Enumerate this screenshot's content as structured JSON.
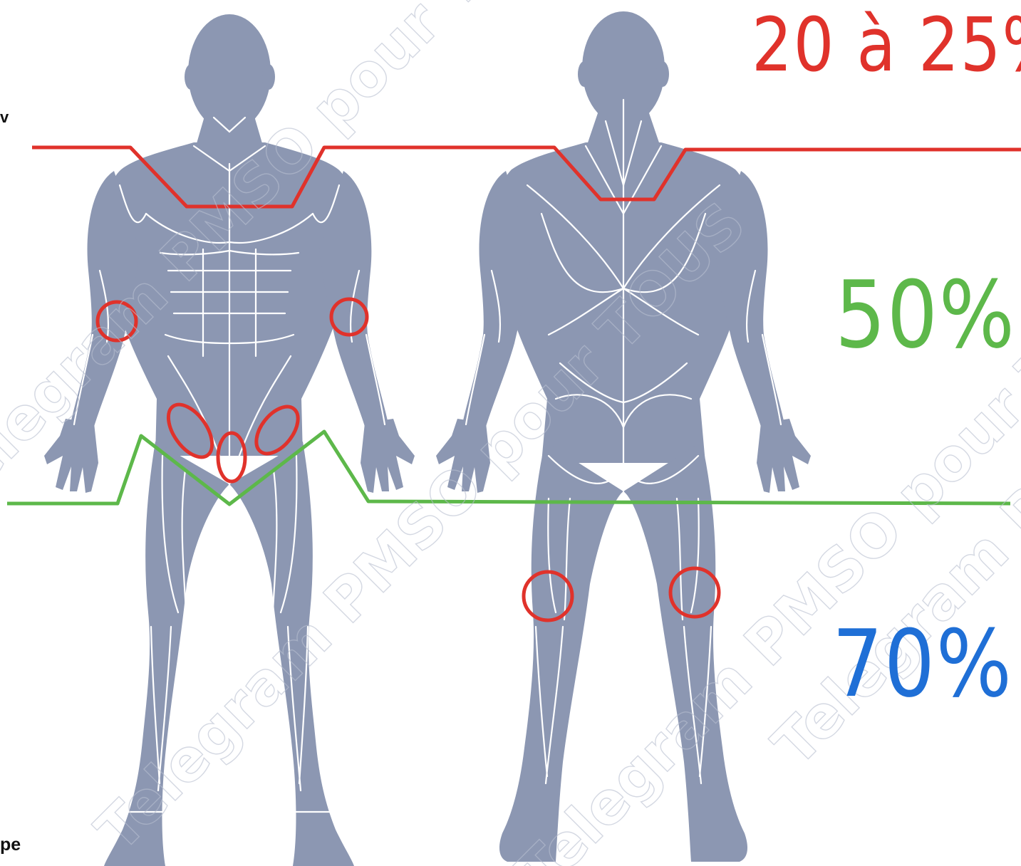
{
  "labels": {
    "zone_upper": "20 à 25%",
    "zone_middle": "50%",
    "zone_lower": "70%"
  },
  "edge_text": {
    "bottom_left": "pe",
    "left_mark": "v"
  },
  "watermark": {
    "text": "Telegram PMSO pour TOUS"
  },
  "colors": {
    "background": "#ffffff",
    "body_fill": "#8c97b2",
    "muscle_lines": "#ffffff",
    "zone_upper": "#e0322b",
    "zone_middle": "#5db84a",
    "zone_lower": "#1f6fd6",
    "highlight_circles": "#e0322b"
  },
  "figures": {
    "front": "front-body-view",
    "back": "back-body-view"
  }
}
